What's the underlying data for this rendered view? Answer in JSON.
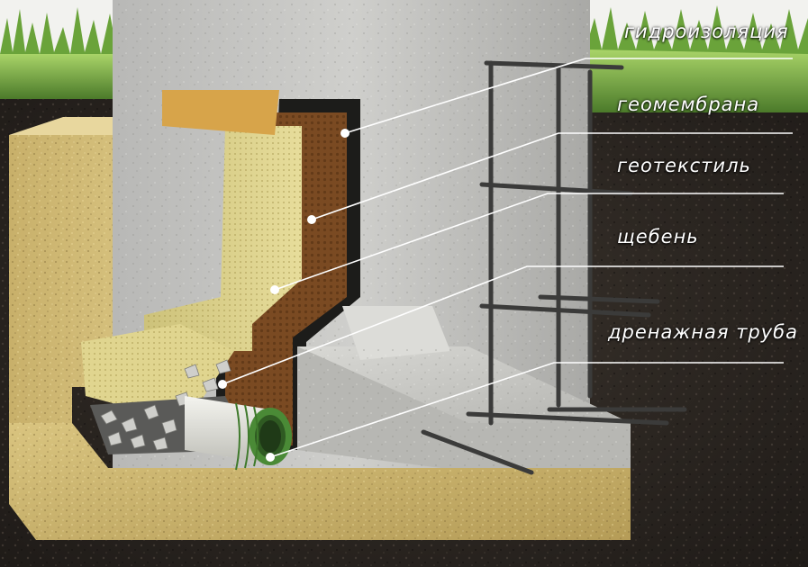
{
  "labels": {
    "waterproofing": "гидроизоляция",
    "geomembrane": "геомембрана",
    "geotextile": "геотекстиль",
    "gravel": "щебень",
    "drain_pipe": "дренажная труба"
  }
}
